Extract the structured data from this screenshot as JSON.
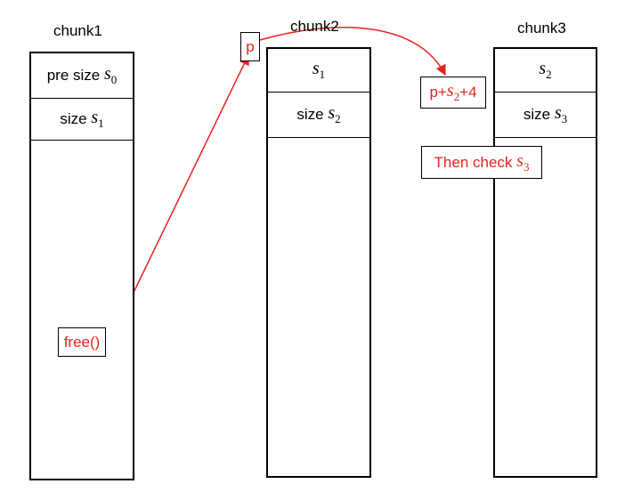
{
  "chunks": [
    {
      "title": "chunk1",
      "fields": [
        {
          "prefix": "pre size ",
          "var": "s",
          "sub": "0"
        },
        {
          "prefix": "size ",
          "var": "s",
          "sub": "1"
        }
      ]
    },
    {
      "title": "chunk2",
      "fields": [
        {
          "prefix": "",
          "var": "s",
          "sub": "1"
        },
        {
          "prefix": "size ",
          "var": "s",
          "sub": "2"
        }
      ]
    },
    {
      "title": "chunk3",
      "fields": [
        {
          "prefix": "",
          "var": "s",
          "sub": "2"
        },
        {
          "prefix": "size ",
          "var": "s",
          "sub": "3"
        }
      ]
    }
  ],
  "labels": {
    "free_call": "free()",
    "pointer": "p",
    "offset": {
      "pre": "p+",
      "var": "s",
      "sub": "2",
      "post": "+4"
    },
    "check": {
      "pre": "Then check ",
      "var": "s",
      "sub": "3"
    }
  },
  "colors": {
    "accent": "#e8241b",
    "stroke": "#000000"
  }
}
